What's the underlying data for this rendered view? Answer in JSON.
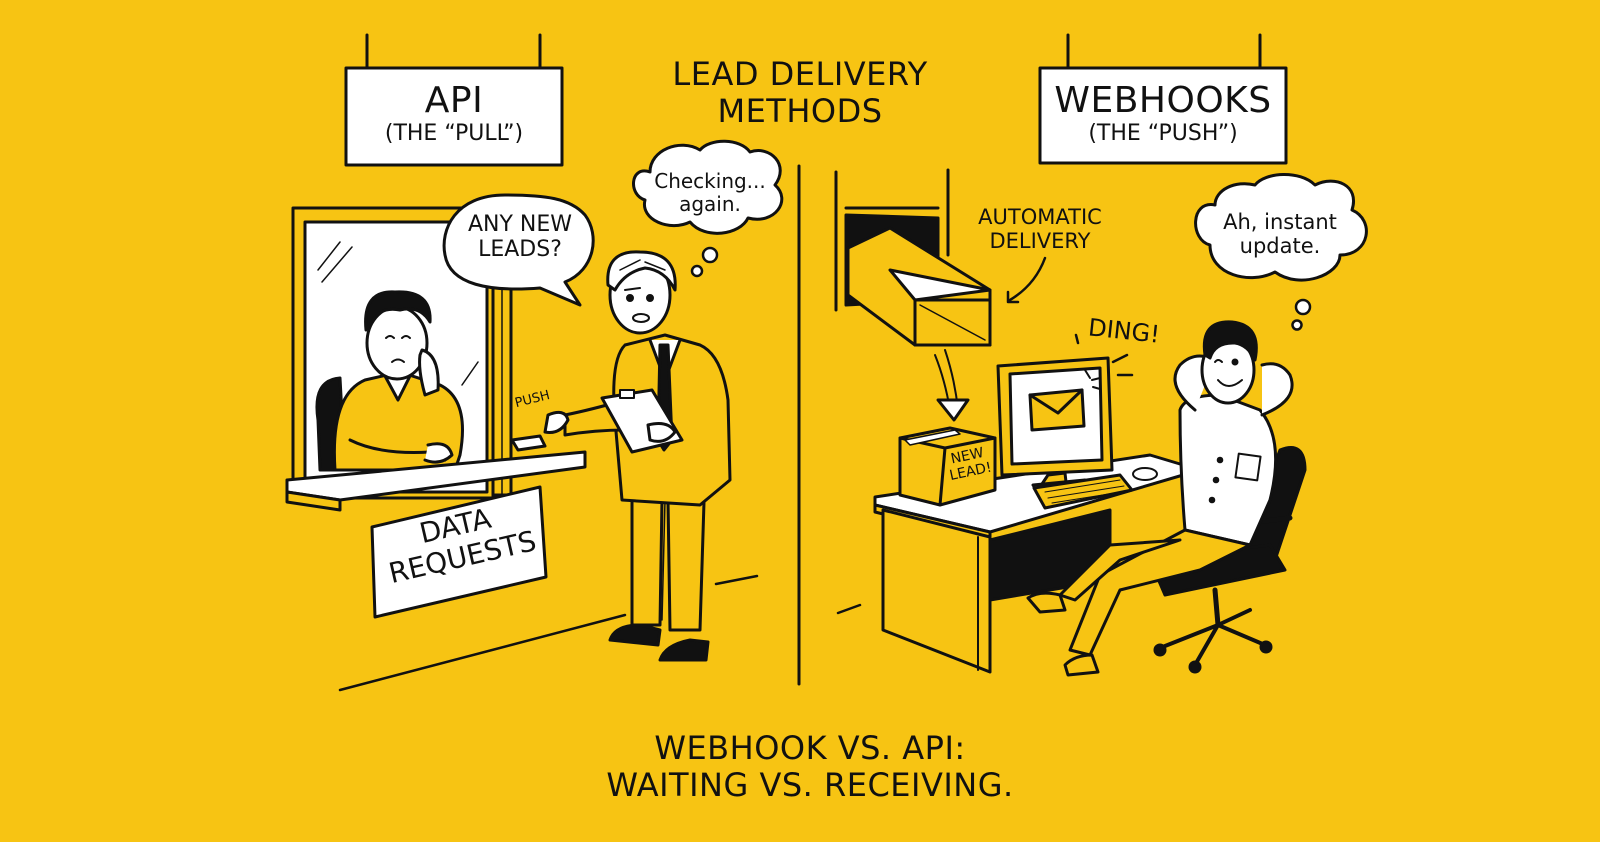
{
  "colors": {
    "background": "#f7c413",
    "ink": "#111111",
    "paper": "#ffffff",
    "shade": "#e8b10c"
  },
  "title": {
    "line1": "LEAD DELIVERY",
    "line2": "METHODS"
  },
  "left_panel": {
    "sign": {
      "title": "API",
      "subtitle": "(THE “PULL”)"
    },
    "speech_bubble": {
      "line1": "ANY NEW",
      "line2": "LEADS?"
    },
    "thought_bubble": {
      "line1": "Checking...",
      "line2": "again."
    },
    "button_label": "PUSH",
    "counter_sign": {
      "line1": "DATA",
      "line2": "REQUESTS"
    },
    "characters": [
      "tired-clerk-at-window",
      "man-with-clipboard"
    ]
  },
  "right_panel": {
    "sign": {
      "title": "WEBHOOKS",
      "subtitle": "(THE “PUSH”)"
    },
    "annotation": {
      "line1": "AUTOMATIC",
      "line2": "DELIVERY"
    },
    "thought_bubble": {
      "line1": "Ah, instant",
      "line2": "update."
    },
    "sound_effect": "DING!",
    "box_label": {
      "line1": "NEW",
      "line2": "LEAD!"
    },
    "characters": [
      "relaxed-man-in-chair"
    ]
  },
  "caption": {
    "line1": "WEBHOOK VS. API:",
    "line2": "WAITING VS. RECEIVING."
  }
}
